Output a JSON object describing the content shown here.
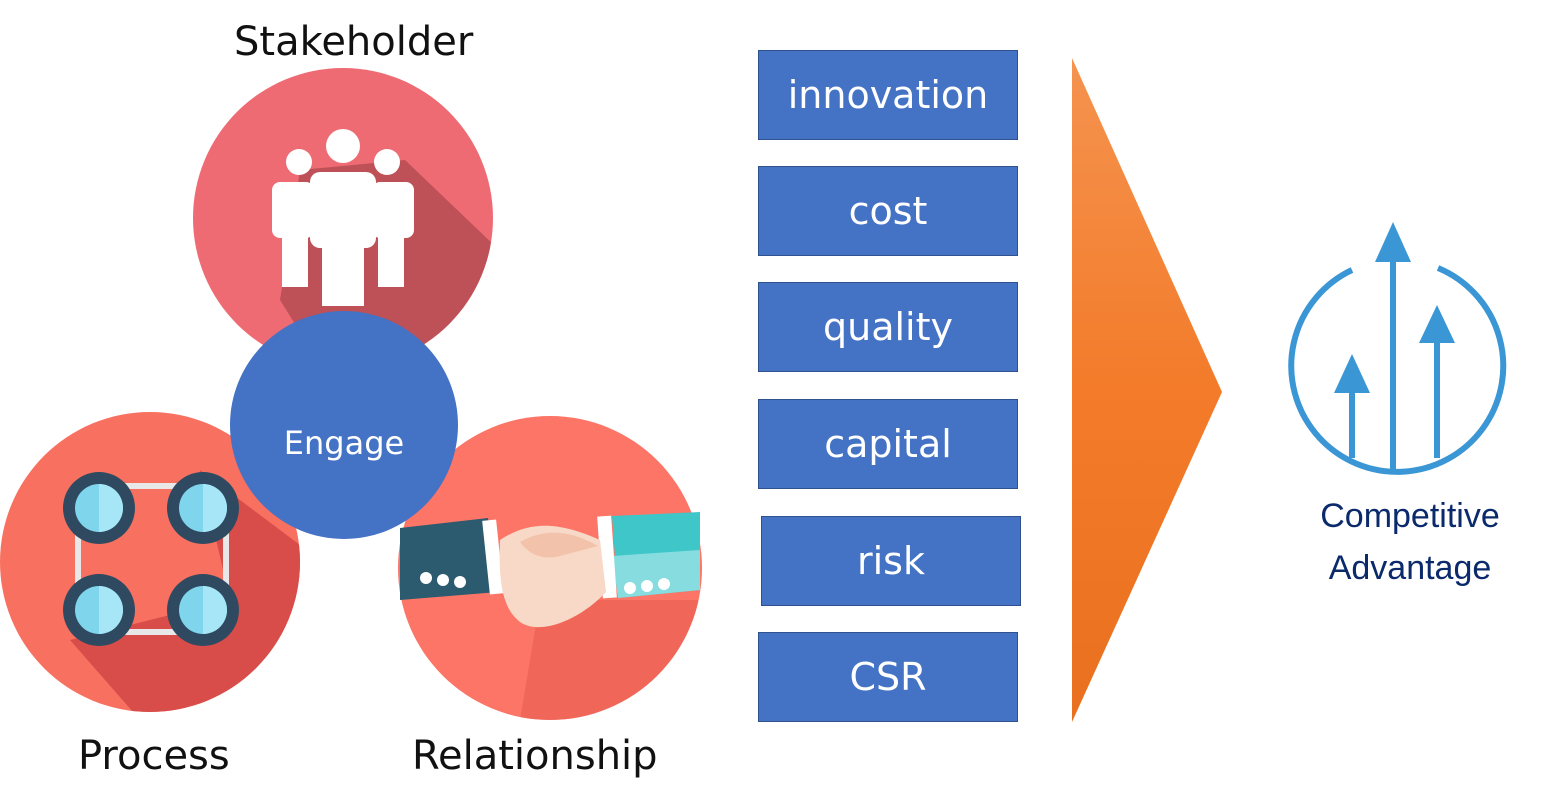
{
  "labels": {
    "stakeholder": "Stakeholder",
    "process": "Process",
    "relationship": "Relationship",
    "engage": "Engage"
  },
  "factors": [
    "innovation",
    "cost",
    "quality",
    "capital",
    "risk",
    "CSR"
  ],
  "result": {
    "line1": "Competitive",
    "line2": "Advantage"
  },
  "colors": {
    "stakeholder_circle": "#ee6b73",
    "process_circle": "#f87060",
    "relationship_circle": "#fc7566",
    "engage_circle": "#4472c4",
    "factor_box": "#4472c4",
    "arrow": "#f08030",
    "growth_icon": "#3a96d4",
    "result_text": "#0b2a6b"
  },
  "icons": {
    "stakeholder": "people-group-icon",
    "process": "gears-network-icon",
    "relationship": "handshake-icon",
    "result": "growth-arrows-icon"
  }
}
